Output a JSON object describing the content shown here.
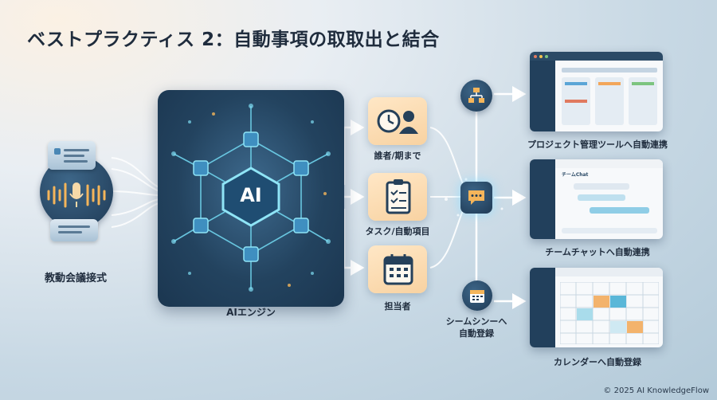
{
  "title": "ベストプラクティス 2：自動事項の取取出と結合",
  "input": {
    "label": "教動会議接式"
  },
  "engine": {
    "label": "AIエンジン",
    "badge": "AI"
  },
  "outputs": [
    {
      "label": "誰者/期まで",
      "icon": "clock-person-icon"
    },
    {
      "label": "タスク/自動項目",
      "icon": "checklist-icon"
    },
    {
      "label": "担当者",
      "icon": "calendar-icon"
    }
  ],
  "integrations": [
    {
      "label": "プロジェクト管理ツールへ自動連携",
      "icon": "org-chart-icon"
    },
    {
      "label": "チームチャットへ自動連携",
      "icon": "chat-icon",
      "chat_header": "チームChat"
    },
    {
      "label": "カレンダーへ自動登録",
      "icon": "calendar-icon"
    }
  ],
  "hub_note": {
    "line1": "シームシンーへ",
    "line2": "自動登録"
  },
  "footer": "© 2025 AI KnowledgeFlow",
  "colors": {
    "accent": "#5ec8e0",
    "card": "#fbdcb0",
    "dark": "#1f3a55"
  }
}
